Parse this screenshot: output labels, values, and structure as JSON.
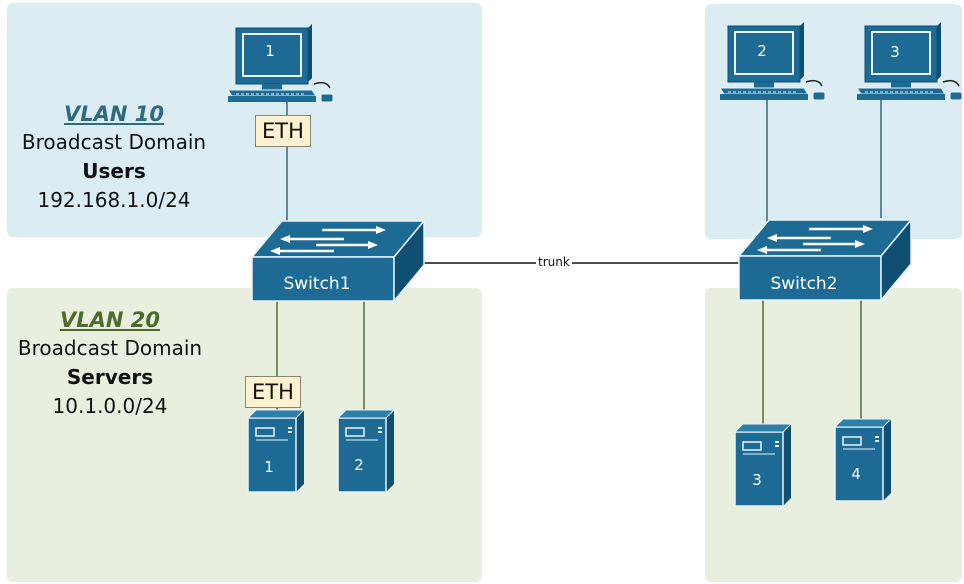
{
  "vlan10": {
    "title": "VLAN 10",
    "line1": "Broadcast Domain",
    "line2": "Users",
    "line3": "192.168.1.0/24"
  },
  "vlan20": {
    "title": "VLAN 20",
    "line1": "Broadcast Domain",
    "line2": "Servers",
    "line3": "10.1.0.0/24"
  },
  "eth_top": "ETH",
  "eth_bottom": "ETH",
  "trunk": "trunk",
  "switches": {
    "s1": "Switch1",
    "s2": "Switch2"
  },
  "computers": {
    "pc1": "1",
    "pc2": "2",
    "pc3": "3"
  },
  "servers": {
    "srv1": "1",
    "srv2": "2",
    "srv3": "3",
    "srv4": "4"
  },
  "colors": {
    "device": "#1d6b94",
    "device_dark": "#0f4f72",
    "vlan10_bg": "#dbecf3",
    "vlan20_bg": "#e8efdf",
    "link_vlan10": "#2f6a7f",
    "link_vlan20": "#556b2f"
  }
}
